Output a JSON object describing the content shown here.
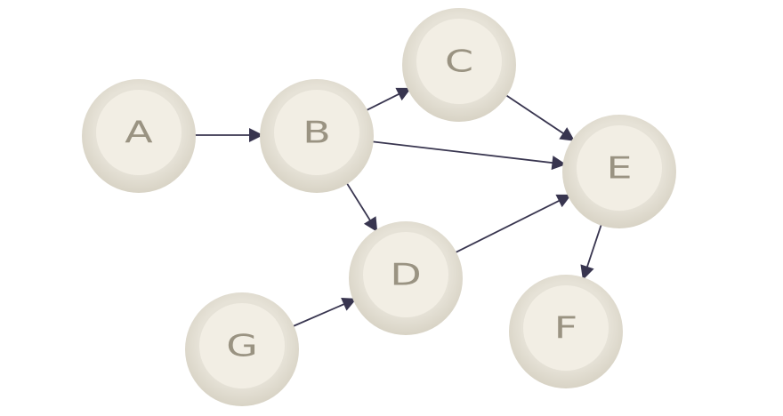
{
  "nodes": [
    {
      "id": "A",
      "label": "A"
    },
    {
      "id": "B",
      "label": "B"
    },
    {
      "id": "C",
      "label": "C"
    },
    {
      "id": "D",
      "label": "D"
    },
    {
      "id": "E",
      "label": "E"
    },
    {
      "id": "F",
      "label": "F"
    },
    {
      "id": "G",
      "label": "G"
    }
  ],
  "edges": [
    {
      "from": "A",
      "to": "B"
    },
    {
      "from": "B",
      "to": "C"
    },
    {
      "from": "B",
      "to": "E"
    },
    {
      "from": "B",
      "to": "D"
    },
    {
      "from": "C",
      "to": "E"
    },
    {
      "from": "D",
      "to": "E"
    },
    {
      "from": "G",
      "to": "D"
    },
    {
      "from": "E",
      "to": "F"
    }
  ],
  "colors": {
    "edge": "#38354f",
    "node_outer": "#e2ded2",
    "node_inner": "#f2eee4",
    "label": "#9a9382"
  }
}
